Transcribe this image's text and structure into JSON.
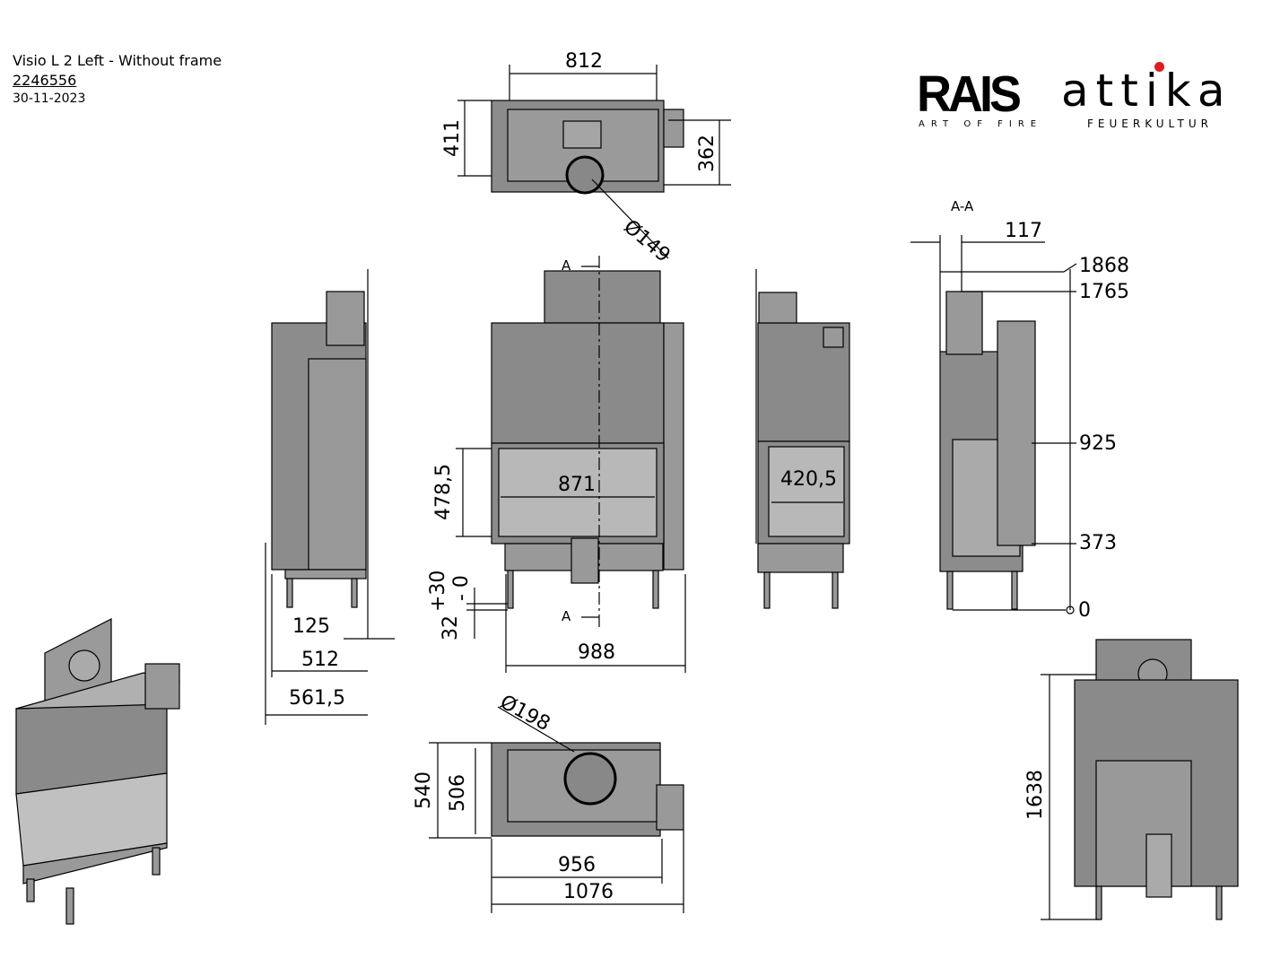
{
  "header": {
    "title": "Visio L 2 Left - Without frame",
    "code": "2246556",
    "date": "30-11-2023"
  },
  "logo": {
    "brand1": "RAIS",
    "brand2": "attika",
    "tagline1": "ART OF FIRE",
    "tagline2": "FEUERKULTUR",
    "accent": "#e11b22"
  },
  "dimensions": {
    "top_width": "812",
    "top_depth": "411",
    "top_depth_right": "362",
    "flue_top": "Ø149",
    "section_label": "A-A",
    "section_offset": "117",
    "h1868": "1868",
    "h1765": "1765",
    "h925": "925",
    "h373": "373",
    "h0": "0",
    "cut_a_top": "A",
    "cut_a_bottom": "A",
    "glass_height": "478,5",
    "glass_width": "871",
    "side_glass_width": "420,5",
    "leg_adjust": "+30",
    "leg_adjust_minus": "- 0",
    "leg_height": "32",
    "front_width": "988",
    "side_125": "125",
    "side_512": "512",
    "side_561": "561,5",
    "flue_bottom": "Ø198",
    "bottom_540": "540",
    "bottom_506": "506",
    "bottom_956": "956",
    "bottom_1076": "1076",
    "rear_height": "1638"
  }
}
